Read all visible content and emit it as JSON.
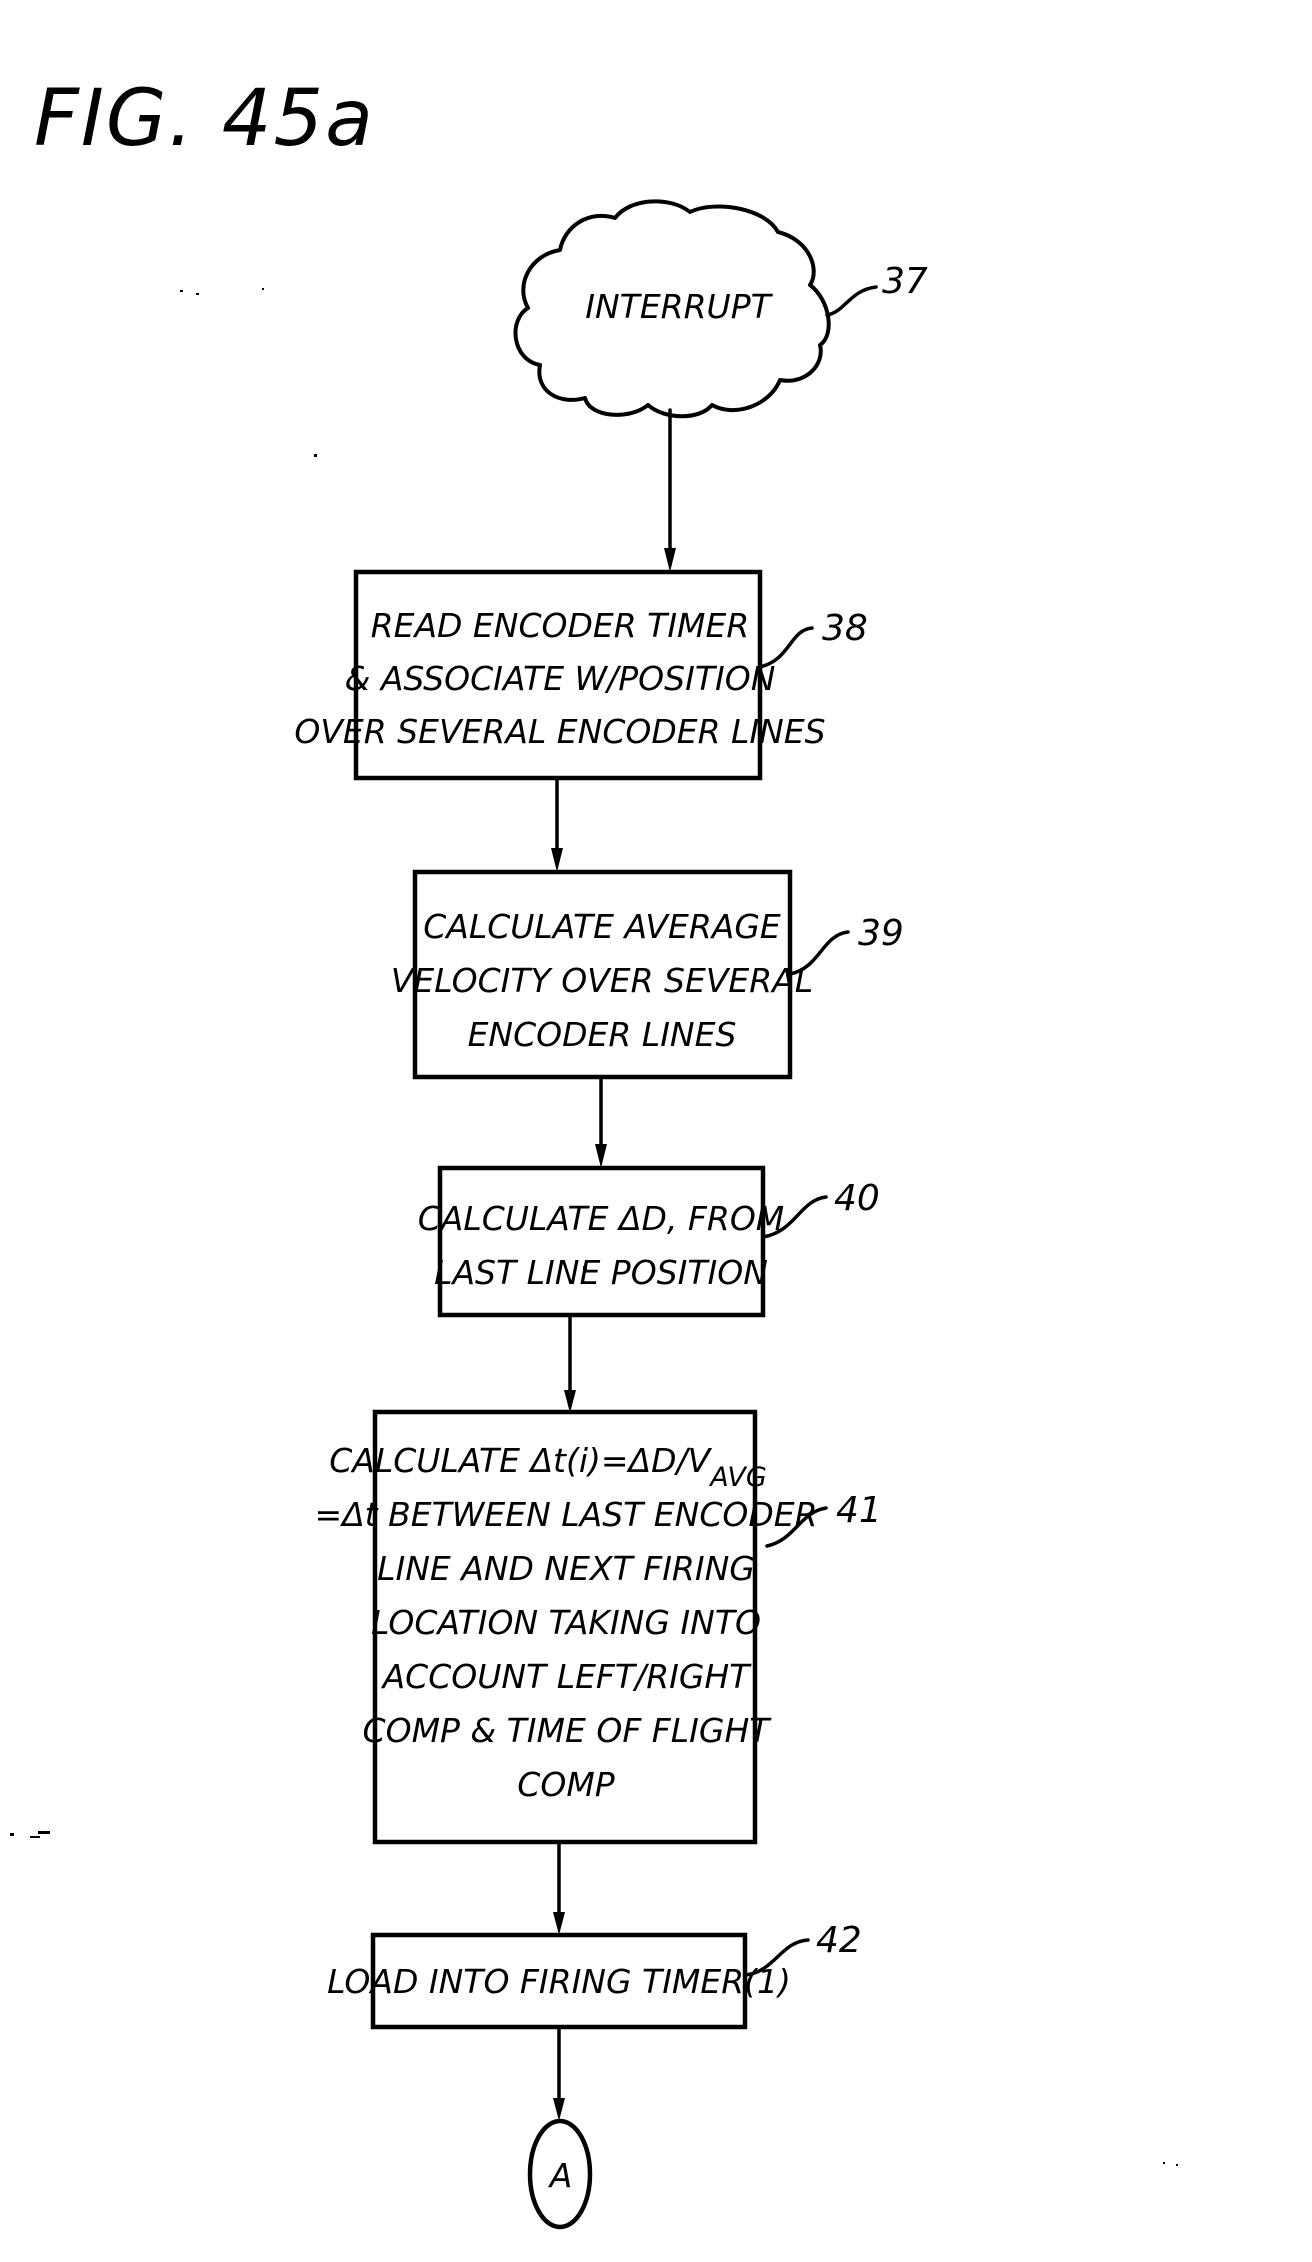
{
  "figure": {
    "title": "FIG.  45a"
  },
  "nodes": [
    {
      "id": "interrupt",
      "shape": "cloud",
      "ref": "37",
      "lines": [
        "INTERRUPT"
      ]
    },
    {
      "id": "read-encoder-timer",
      "shape": "rect",
      "ref": "38",
      "lines": [
        "READ ENCODER TIMER",
        "& ASSOCIATE W/POSITION",
        "OVER SEVERAL ENCODER LINES"
      ]
    },
    {
      "id": "calculate-average-velocity",
      "shape": "rect",
      "ref": "39",
      "lines": [
        "CALCULATE AVERAGE",
        "VELOCITY OVER SEVERAL",
        "ENCODER LINES"
      ]
    },
    {
      "id": "calculate-delta-d",
      "shape": "rect",
      "ref": "40",
      "lines": [
        "CALCULATE ΔD, FROM",
        "LAST LINE POSITION"
      ]
    },
    {
      "id": "calculate-delta-t",
      "shape": "rect",
      "ref": "41",
      "lines": [
        "CALCULATE Δt(i)=ΔD/V",
        "=Δt BETWEEN LAST ENCODER",
        "LINE AND NEXT FIRING",
        "LOCATION TAKING INTO",
        "ACCOUNT LEFT/RIGHT",
        "COMP & TIME OF FLIGHT",
        "COMP"
      ],
      "subscript": "AVG"
    },
    {
      "id": "load-firing-timer",
      "shape": "rect",
      "ref": "42",
      "lines": [
        "LOAD INTO FIRING TIMER(1)"
      ]
    },
    {
      "id": "connector-a",
      "shape": "circle",
      "lines": [
        "A"
      ]
    }
  ],
  "edges": [
    [
      "interrupt",
      "read-encoder-timer"
    ],
    [
      "read-encoder-timer",
      "calculate-average-velocity"
    ],
    [
      "calculate-average-velocity",
      "calculate-delta-d"
    ],
    [
      "calculate-delta-d",
      "calculate-delta-t"
    ],
    [
      "calculate-delta-t",
      "load-firing-timer"
    ],
    [
      "load-firing-timer",
      "connector-a"
    ]
  ]
}
